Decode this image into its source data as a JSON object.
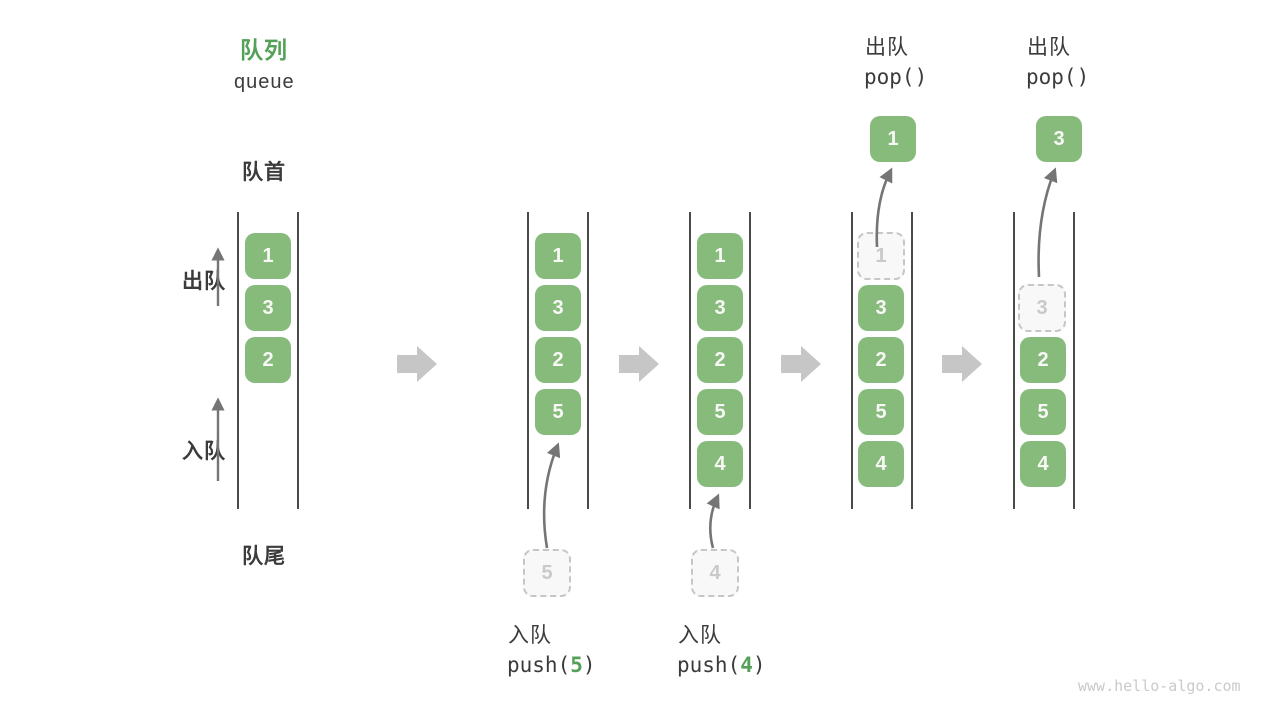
{
  "title": {
    "zh": "队列",
    "en": "queue"
  },
  "labels": {
    "front": "队首",
    "rear": "队尾",
    "dequeue": "出队",
    "enqueue": "入队"
  },
  "columns": [
    {
      "name": "initial",
      "cells": [
        "1",
        "3",
        "2"
      ]
    },
    {
      "name": "after-push-5",
      "cells": [
        "1",
        "3",
        "2",
        "5"
      ],
      "incoming": "5"
    },
    {
      "name": "after-push-4",
      "cells": [
        "1",
        "3",
        "2",
        "5",
        "4"
      ],
      "incoming": "4"
    },
    {
      "name": "after-pop-1",
      "cells": [
        "3",
        "2",
        "5",
        "4"
      ],
      "ghost": "1",
      "popped": "1"
    },
    {
      "name": "after-pop-3",
      "cells": [
        "2",
        "5",
        "4"
      ],
      "ghost": "3",
      "popped": "3"
    }
  ],
  "captions": {
    "push5": {
      "op": "入队",
      "fn": "push(",
      "arg": "5",
      "close": ")"
    },
    "push4": {
      "op": "入队",
      "fn": "push(",
      "arg": "4",
      "close": ")"
    },
    "pop1": {
      "op": "出队",
      "fn": "pop()"
    },
    "pop2": {
      "op": "出队",
      "fn": "pop()"
    }
  },
  "icons": {
    "step_arrow": "block-arrow-right",
    "up_arrow": "thin-arrow-up"
  },
  "colors": {
    "element_green": "#87BB7B",
    "accent_green": "#55A158",
    "text_dark": "#3b3b3b",
    "rail": "#4a4a4a",
    "block_arrow": "#c6c6c6",
    "thin_arrow": "#757575",
    "ghost_border": "#c6c6c6",
    "ghost_text": "#c9c9c9"
  },
  "watermark": "www.hello-algo.com"
}
